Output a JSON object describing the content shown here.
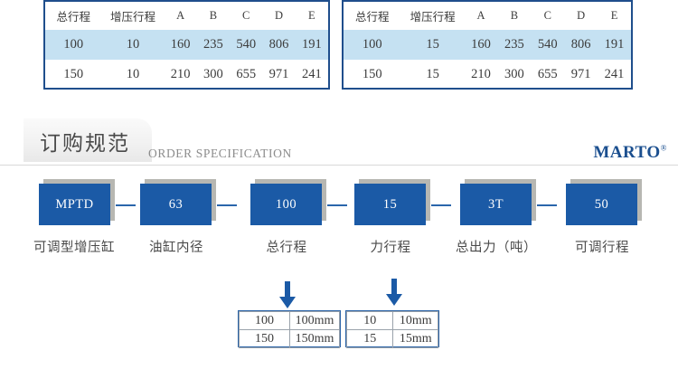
{
  "spec_tables": [
    {
      "name": "spec-table-10",
      "headers": [
        "总行程",
        "增压行程",
        "A",
        "B",
        "C",
        "D",
        "E"
      ],
      "rows": [
        {
          "highlight": true,
          "cells": [
            "100",
            "10",
            "160",
            "235",
            "540",
            "806",
            "191"
          ]
        },
        {
          "highlight": false,
          "cells": [
            "150",
            "10",
            "210",
            "300",
            "655",
            "971",
            "241"
          ]
        }
      ]
    },
    {
      "name": "spec-table-15",
      "headers": [
        "总行程",
        "增压行程",
        "A",
        "B",
        "C",
        "D",
        "E"
      ],
      "rows": [
        {
          "highlight": true,
          "cells": [
            "100",
            "15",
            "160",
            "235",
            "540",
            "806",
            "191"
          ]
        },
        {
          "highlight": false,
          "cells": [
            "150",
            "15",
            "210",
            "300",
            "655",
            "971",
            "241"
          ]
        }
      ]
    }
  ],
  "header": {
    "title_cn": "订购规范",
    "title_en": "ORDER SPECIFICATION",
    "brand": "MARTO",
    "brand_mark": "®"
  },
  "flow": {
    "nodes": [
      {
        "value": "MPTD",
        "label": "可调型增压缸"
      },
      {
        "value": "63",
        "label": "油缸内径"
      },
      {
        "value": "100",
        "label": "总行程"
      },
      {
        "value": "15",
        "label": "力行程"
      },
      {
        "value": "3T",
        "label": "总出力（吨）"
      },
      {
        "value": "50",
        "label": "可调行程"
      }
    ]
  },
  "option_tables": [
    {
      "name": "option-table-total-stroke",
      "rows": [
        [
          "100",
          "100mm"
        ],
        [
          "150",
          "150mm"
        ]
      ]
    },
    {
      "name": "option-table-force-stroke",
      "rows": [
        [
          "10",
          "10mm"
        ],
        [
          "15",
          "15mm"
        ]
      ]
    }
  ],
  "colors": {
    "node_blue": "#1b5aa6",
    "table_border": "#1f4e8c",
    "row_highlight": "#c5e1f2",
    "brand_blue": "#1b4f8f"
  }
}
